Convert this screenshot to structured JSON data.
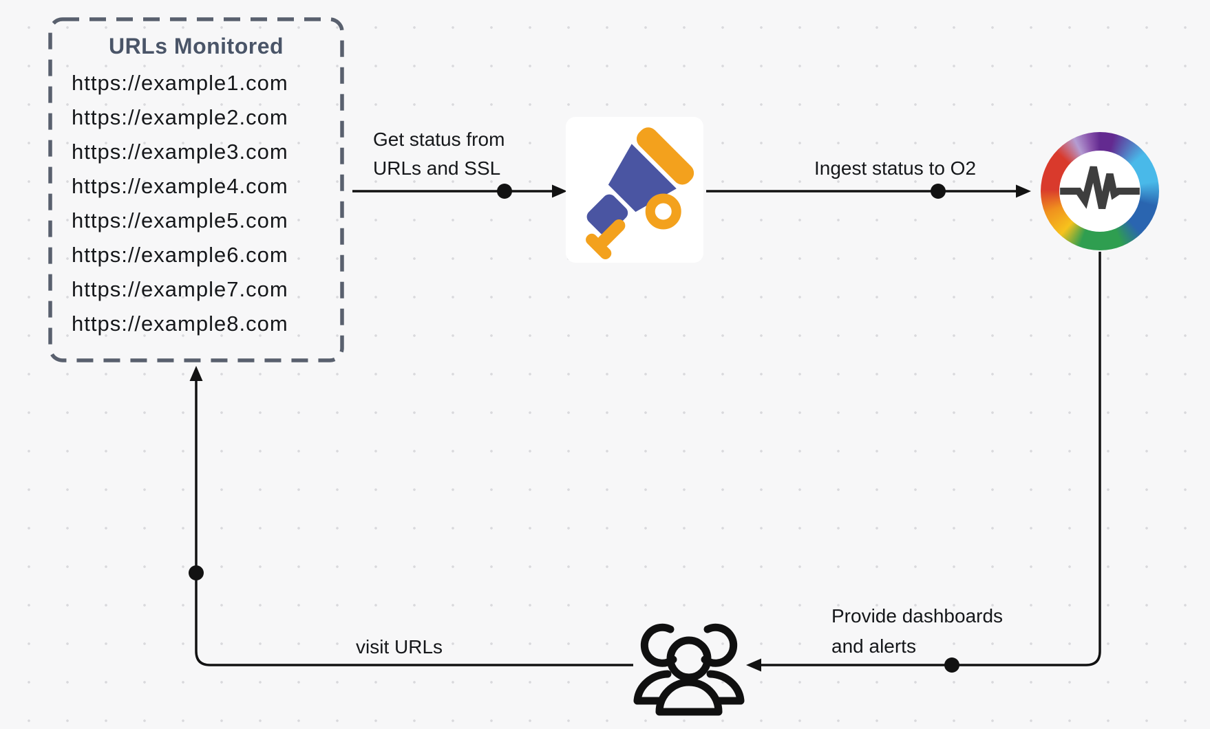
{
  "canvas": {
    "bg_color": "#f7f7f8",
    "dot_grid_color": "#d9d9dc",
    "line_color": "#121212"
  },
  "url_box": {
    "title": "URLs Monitored",
    "title_color": "#4a5568",
    "border_color": "#59606e",
    "urls": [
      "https://example1.com",
      "https://example2.com",
      "https://example3.com",
      "https://example4.com",
      "https://example5.com",
      "https://example6.com",
      "https://example7.com",
      "https://example8.com"
    ]
  },
  "edges": {
    "get_status": {
      "line1": "Get status from",
      "line2": "URLs and SSL"
    },
    "ingest": {
      "label": "Ingest status to O2"
    },
    "provide": {
      "line1": "Provide dashboards",
      "line2": "and alerts"
    },
    "visit": {
      "label": "visit URLs"
    }
  },
  "icons": {
    "telescope": {
      "semantic": "telescope-icon",
      "blue": "#4a55a2",
      "orange": "#f3a11d"
    },
    "openobserve": {
      "semantic": "openobserve-o2-logo",
      "ring_colors": [
        "#632a90",
        "#49b9e9",
        "#2a65b0",
        "#2f9e50",
        "#f6c21d",
        "#f0921e",
        "#d93a2c",
        "#b49cd2"
      ],
      "waveform_color": "#3e3e3e"
    },
    "users": {
      "semantic": "users-icon",
      "color": "#101010"
    }
  }
}
